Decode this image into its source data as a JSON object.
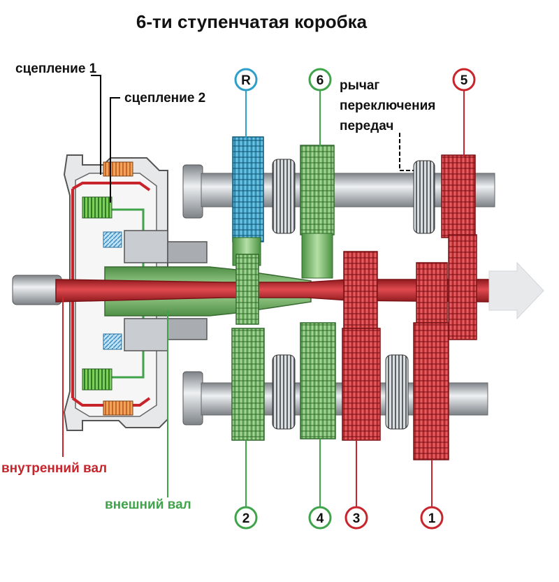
{
  "title": "6-ти ступенчатая коробка",
  "labels": {
    "clutch1": "сцепление 1",
    "clutch2": "сцепление 2",
    "lever_line1": "рычаг",
    "lever_line2": "переключения",
    "lever_line3": "передач",
    "inner_shaft": "внутренний вал",
    "outer_shaft": "внешний вал"
  },
  "gears_top": [
    "R",
    "6",
    "5"
  ],
  "gears_bottom": [
    "2",
    "4",
    "3",
    "1"
  ],
  "colors": {
    "inner": "#c8242b",
    "outer": "#3fa34a",
    "reverse": "#2e9fc8",
    "steel": "#b8bcc0"
  }
}
